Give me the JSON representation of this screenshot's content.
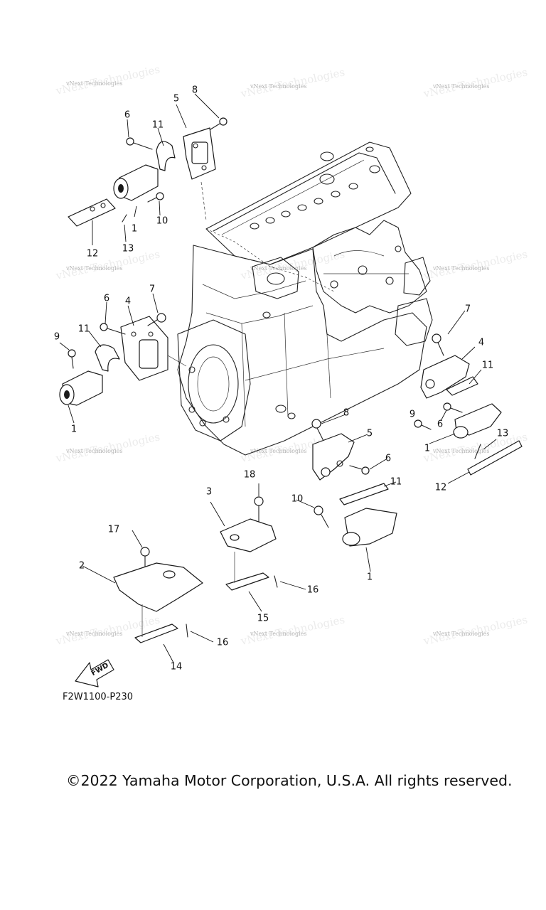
{
  "diagram": {
    "drawing_code": "F2W1100-P230",
    "copyright": "©2022 Yamaha Motor Corporation, U.S.A. All rights reserved.",
    "watermark_text": "vNext Technologies",
    "watermark_ghost": "vNext Technologies",
    "fwd_arrow_label": "FWD",
    "callouts": [
      "8",
      "5",
      "6",
      "11",
      "1",
      "10",
      "12",
      "13",
      "7",
      "6",
      "4",
      "9",
      "11",
      "1",
      "7",
      "4",
      "11",
      "6",
      "9",
      "1",
      "13",
      "12",
      "8",
      "5",
      "6",
      "11",
      "10",
      "1",
      "18",
      "3",
      "17",
      "2",
      "16",
      "15",
      "16",
      "14"
    ],
    "ink_color": "#1a1a1a",
    "watermark_color": "#9a9a9a"
  }
}
